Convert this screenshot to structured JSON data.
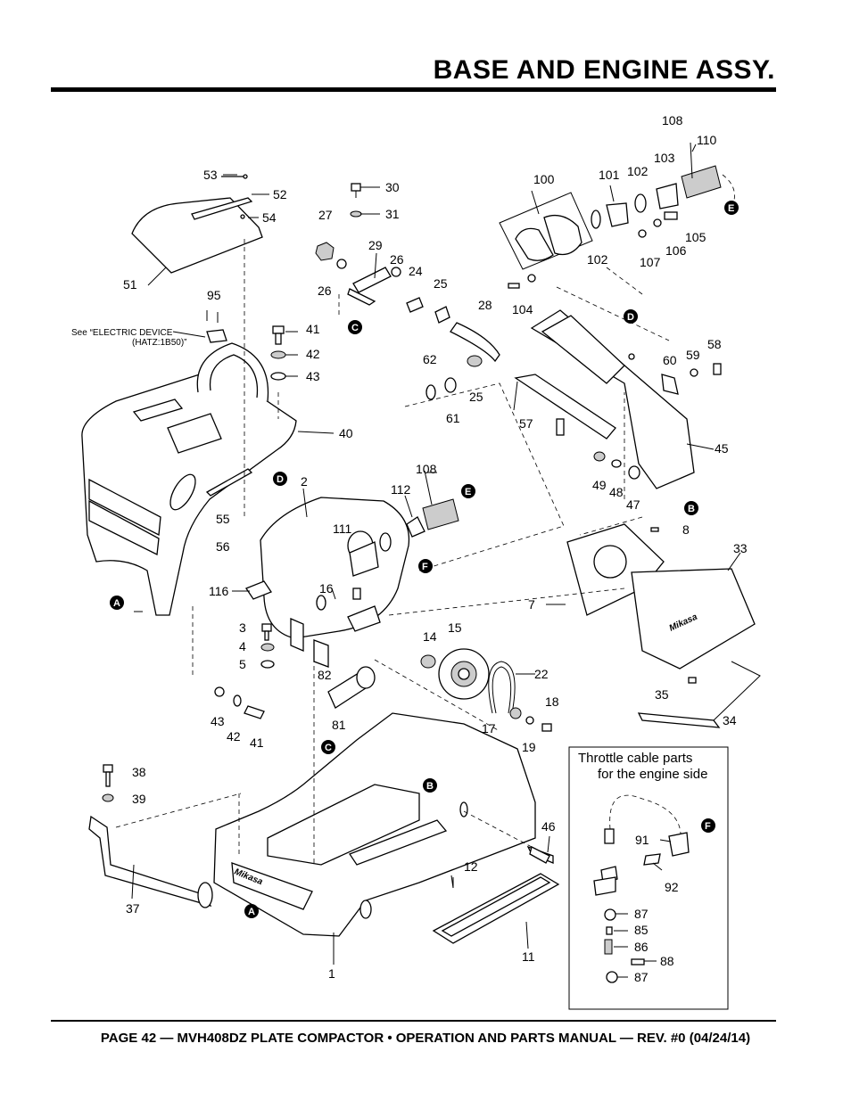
{
  "header": {
    "title": "BASE AND ENGINE ASSY."
  },
  "footer": {
    "text": "PAGE 42 — MVH408DZ PLATE COMPACTOR • OPERATION AND PARTS MANUAL — REV. #0 (04/24/14)"
  },
  "note": {
    "line1": "See “ELECTRIC DEVICE",
    "line2": "(HATZ:1B50)”"
  },
  "throttle_box": {
    "line1": "Throttle cable parts",
    "line2": "for the engine side"
  },
  "brand": {
    "logo": "Mikasa"
  },
  "callouts": {
    "A": "A",
    "B": "B",
    "C": "C",
    "D": "D",
    "E": "E",
    "F": "F"
  },
  "labels": {
    "n1": "1",
    "n2": "2",
    "n3": "3",
    "n4": "4",
    "n5": "5",
    "n7": "7",
    "n8": "8",
    "n11": "11",
    "n12": "12",
    "n14": "14",
    "n15": "15",
    "n16": "16",
    "n17": "17",
    "n18": "18",
    "n19": "19",
    "n22": "22",
    "n24": "24",
    "n25a": "25",
    "n25b": "25",
    "n26a": "26",
    "n26b": "26",
    "n27": "27",
    "n28": "28",
    "n29": "29",
    "n30": "30",
    "n31": "31",
    "n33": "33",
    "n34": "34",
    "n35": "35",
    "n37": "37",
    "n38": "38",
    "n39": "39",
    "n40": "40",
    "n41a": "41",
    "n41b": "41",
    "n42a": "42",
    "n42b": "42",
    "n43a": "43",
    "n43b": "43",
    "n45": "45",
    "n46": "46",
    "n47": "47",
    "n48": "48",
    "n49": "49",
    "n51": "51",
    "n52": "52",
    "n53": "53",
    "n54": "54",
    "n55": "55",
    "n56": "56",
    "n57": "57",
    "n58": "58",
    "n59": "59",
    "n60": "60",
    "n61": "61",
    "n62": "62",
    "n81": "81",
    "n82": "82",
    "n85": "85",
    "n86": "86",
    "n87a": "87",
    "n87b": "87",
    "n88": "88",
    "n91": "91",
    "n92": "92",
    "n95": "95",
    "n100": "100",
    "n101": "101",
    "n102a": "102",
    "n102b": "102",
    "n103": "103",
    "n104": "104",
    "n105": "105",
    "n106": "106",
    "n107": "107",
    "n108a": "108",
    "n108b": "108",
    "n110": "110",
    "n111": "111",
    "n112": "112",
    "n116": "116"
  }
}
